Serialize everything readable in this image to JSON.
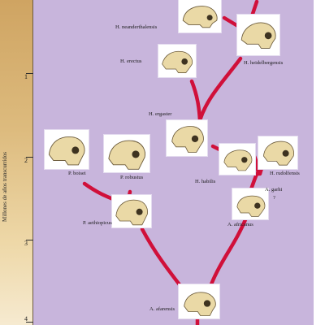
{
  "axis": {
    "title": "Millones de años transcurridos",
    "ticks": [
      "1",
      "2",
      "3",
      "4"
    ]
  },
  "colors": {
    "lineage": "#d0103a",
    "panel": "#c8b5dc",
    "timebar": "#ddbb7e"
  },
  "species": {
    "neanderthalensis": "H. neanderthalensis",
    "heidelbergensis": "H. heidelbergensis",
    "erectus": "H. erectus",
    "ergaster": "H. ergaster",
    "habilis": "H. habilis",
    "rudolfensis": "H. rudolfensis",
    "garhi": "A. garhi",
    "garhi_mark": "?",
    "africanus": "A. africanus",
    "boisei": "P. boisei",
    "robustus": "P. robustus",
    "aethiopicus": "P. aethiopicus",
    "afarensis": "A. afarensis"
  }
}
